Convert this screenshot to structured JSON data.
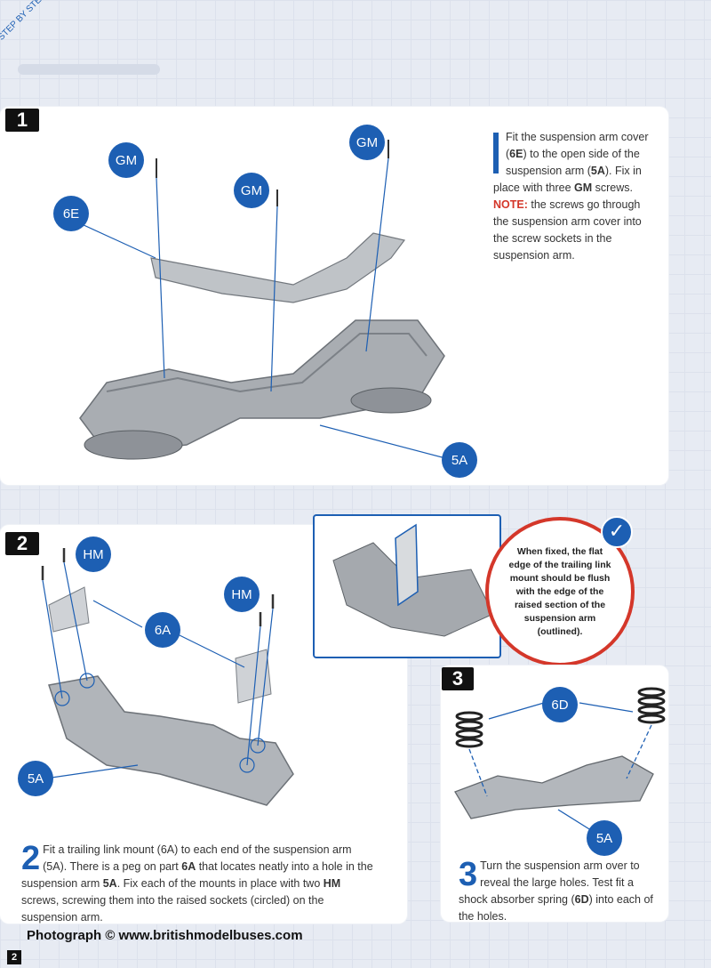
{
  "header": {
    "step_by_step": "STEP BY STEP"
  },
  "step1": {
    "number": "1",
    "labels": {
      "gm1": "GM",
      "gm2": "GM",
      "gm3": "GM",
      "e6": "6E",
      "a5": "5A"
    },
    "text": {
      "p1": "Fit the suspension arm cover (",
      "b1": "6E",
      "p2": ") to the open side of the suspension arm (",
      "b2": "5A",
      "p3": "). Fix in place with three ",
      "b3": "GM",
      "p4": " screws.",
      "note_label": "NOTE:",
      "note_text": " the screws go through the suspension arm cover into the screw sockets in the suspension arm."
    }
  },
  "step2": {
    "number": "2",
    "labels": {
      "hm1": "HM",
      "hm2": "HM",
      "a6": "6A",
      "a5": "5A"
    },
    "text": {
      "big": "2",
      "p1": "Fit a trailing link mount (6A) to each end of the suspension arm (5A). There is a peg on part ",
      "b1": "6A",
      "p2": " that locates neatly into a hole in the suspension arm ",
      "b2": "5A",
      "p3": ". Fix each of the mounts in place with two ",
      "b3": "HM",
      "p4": " screws, screwing them into the raised sockets (circled) on the suspension arm."
    }
  },
  "inset": {
    "note": "When fixed, the flat edge of the trailing link mount should be flush with the edge of the raised section of the suspension arm (outlined)."
  },
  "step3": {
    "number": "3",
    "labels": {
      "d6": "6D",
      "a5": "5A"
    },
    "text": {
      "big": "3",
      "p1": "Turn the suspension arm over to reveal the large holes. Test fit a shock absorber spring (",
      "b1": "6D",
      "p2": ") into each of the holes."
    }
  },
  "footer": {
    "credit": "Photograph © www.britishmodelbuses.com",
    "page": "2"
  },
  "colors": {
    "accent": "#1d5fb3",
    "note": "#d4372a",
    "inset_ring": "#d4372a"
  }
}
